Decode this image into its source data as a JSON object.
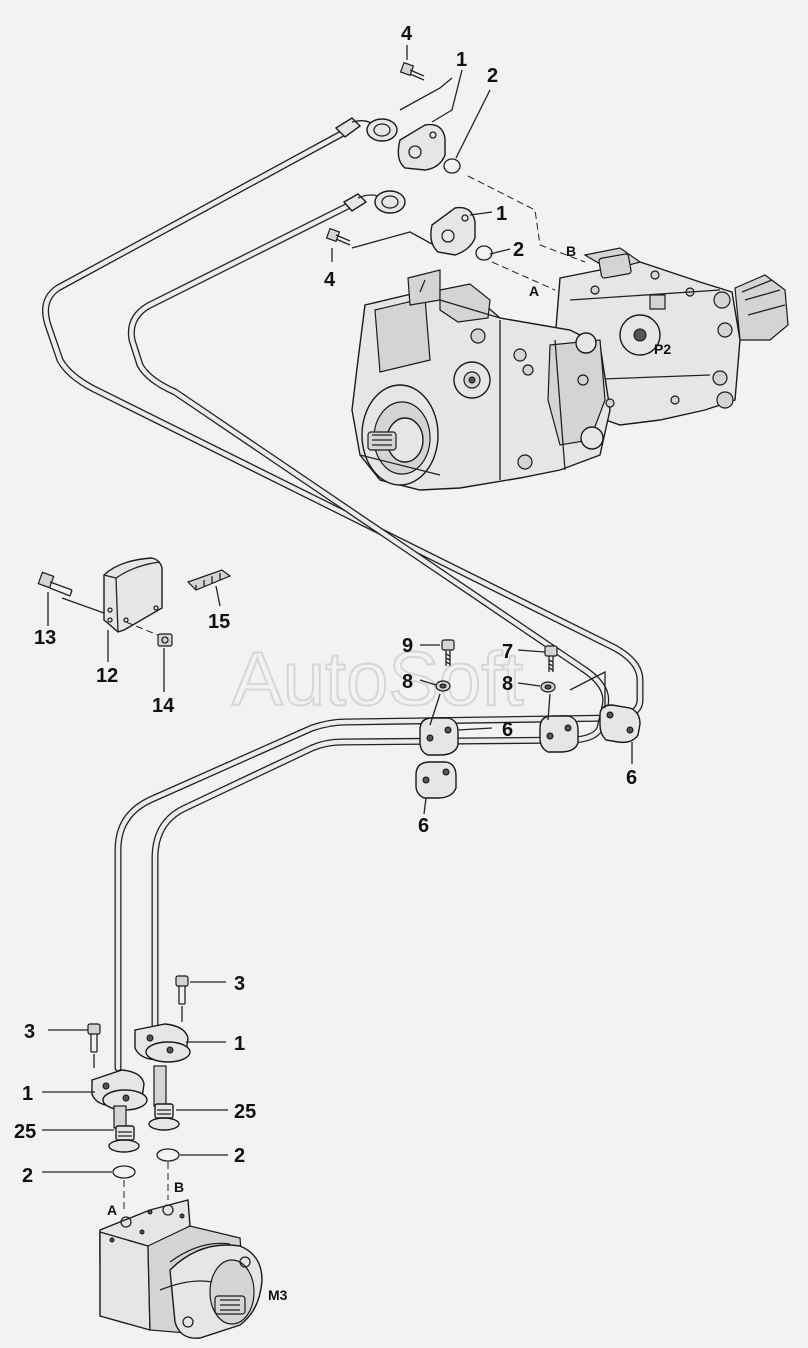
{
  "watermark": "AutoSoft",
  "components": {
    "pump_label": "P2",
    "motor_label": "M3"
  },
  "ports": {
    "pump_a": "A",
    "pump_b": "B",
    "motor_a": "A",
    "motor_b": "B"
  },
  "callouts": {
    "top_bolt": "4",
    "top_flange": "1",
    "top_oring": "2",
    "mid_flange": "1",
    "mid_oring": "2",
    "mid_bolt": "4",
    "bracket_bolt": "13",
    "bracket": "12",
    "bracket_nut": "14",
    "bracket_pad": "15",
    "clamp_bolt_9": "9",
    "clamp_washer_left": "8",
    "clamp_bolt_7": "7",
    "clamp_washer_right": "8",
    "clamp_upper_mid": "6",
    "clamp_upper_right": "6",
    "clamp_lower": "6",
    "motor_bolt_right": "3",
    "motor_bolt_left": "3",
    "motor_flange_right": "1",
    "motor_flange_left": "1",
    "motor_fitting_right": "25",
    "motor_fitting_left": "25",
    "motor_oring_right": "2",
    "motor_oring_left": "2"
  }
}
